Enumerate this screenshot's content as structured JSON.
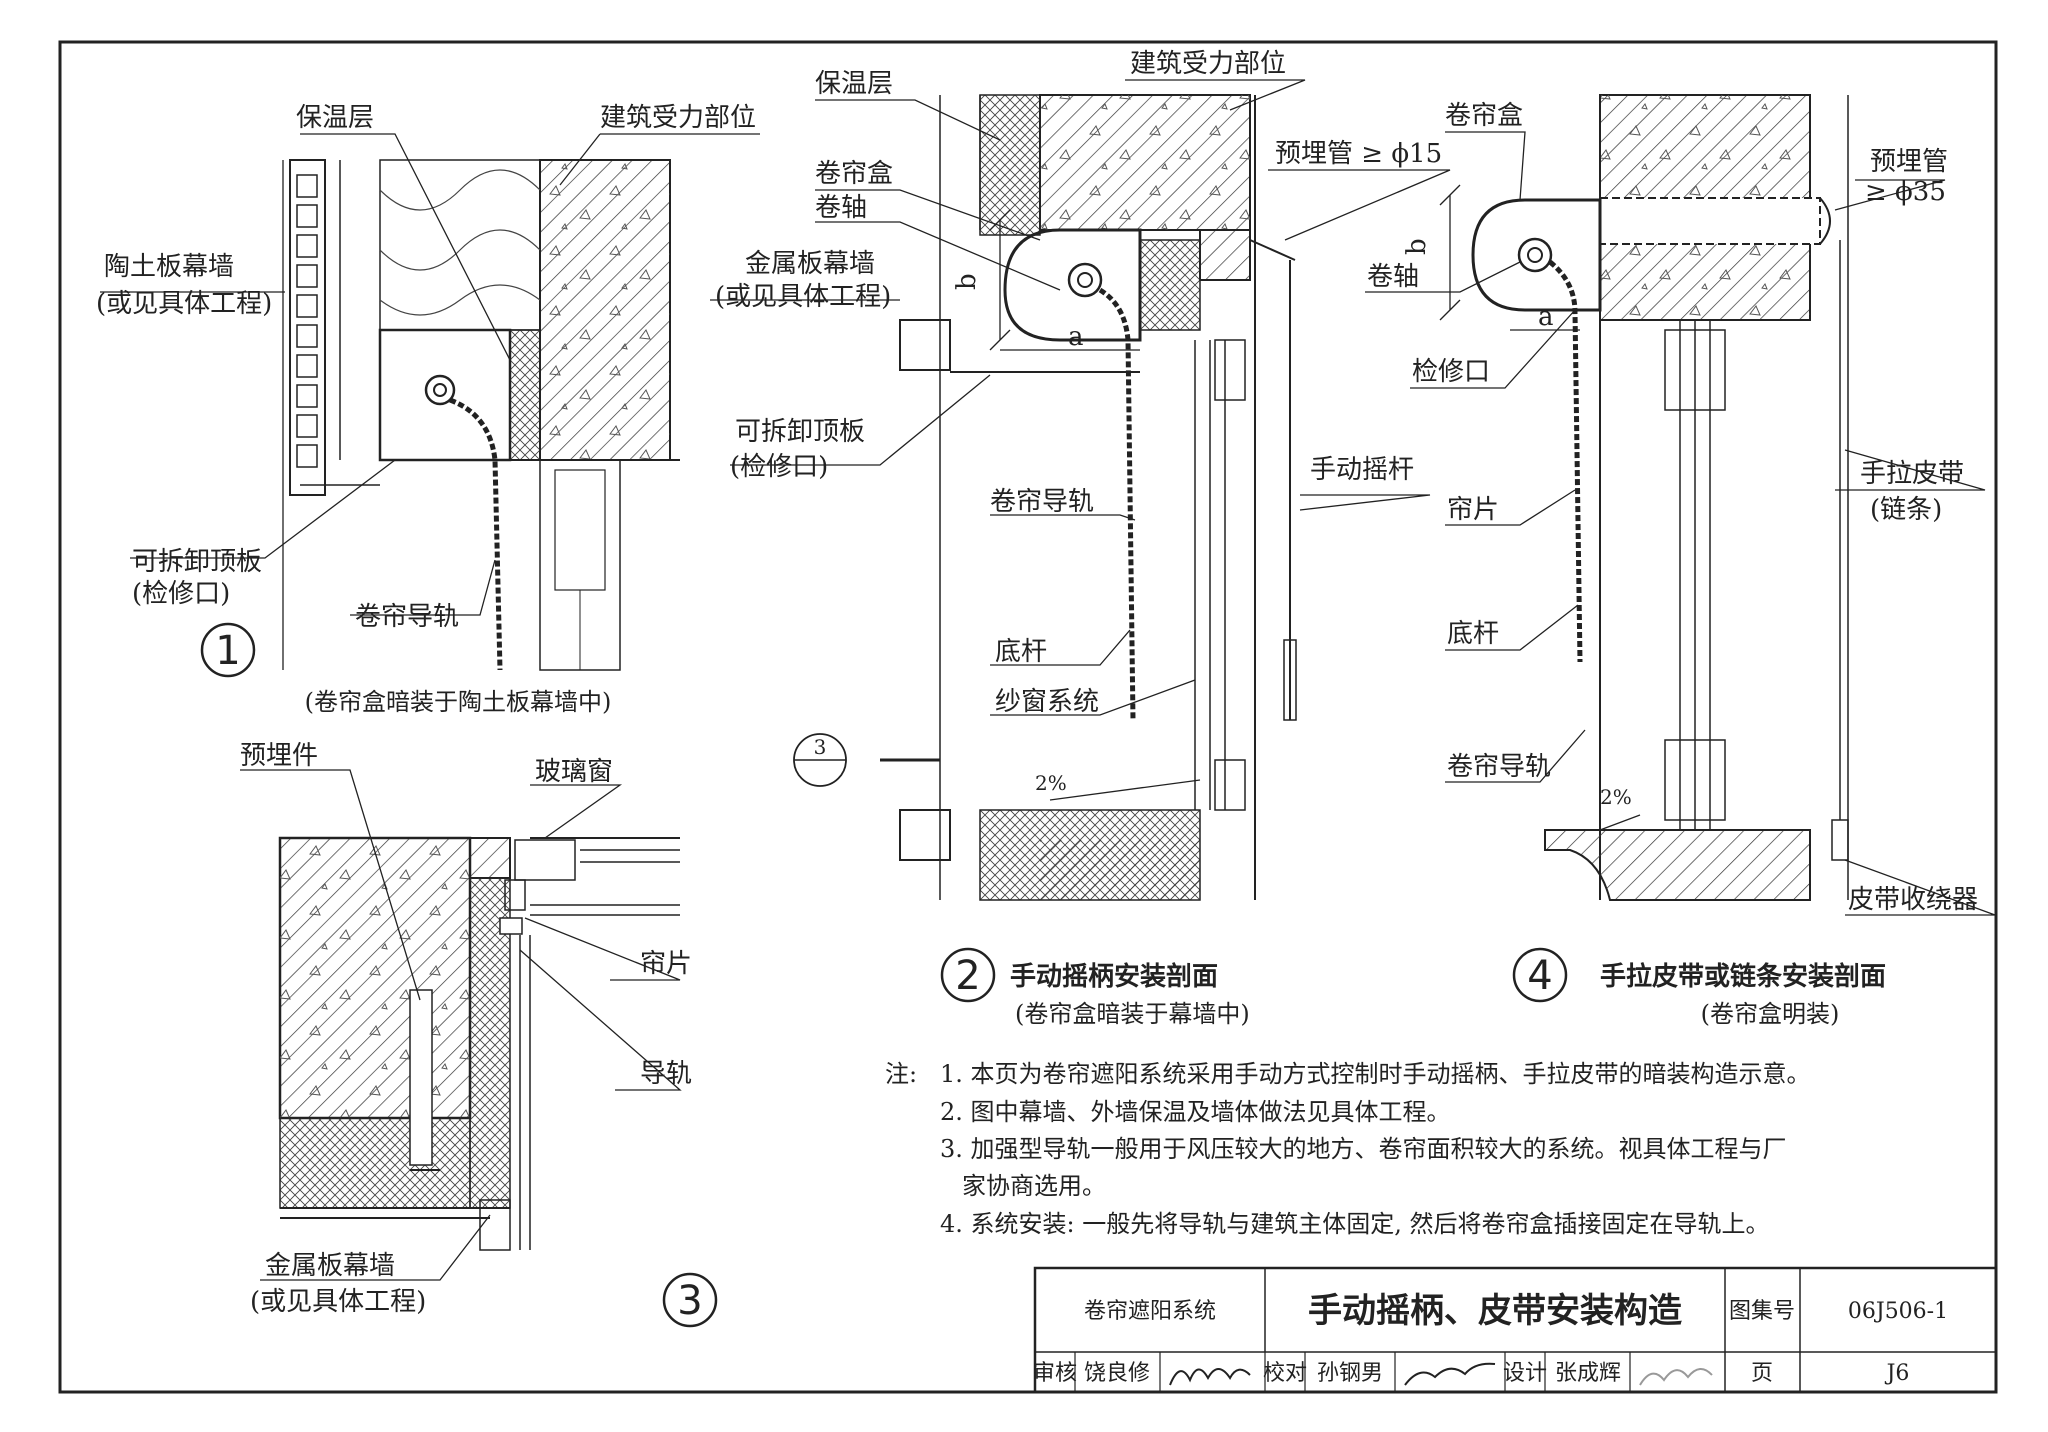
{
  "details": {
    "d1": {
      "number": "1",
      "caption": "(卷帘盒暗装于陶土板幕墙中)",
      "labels": {
        "insulation": "保温层",
        "structure": "建筑受力部位",
        "terracotta_wall_1": "陶土板幕墙",
        "terracotta_wall_2": "(或见具体工程)",
        "top_plate_1": "可拆卸顶板",
        "top_plate_2": "(检修口)",
        "guide_rail": "卷帘导轨"
      }
    },
    "d2": {
      "number": "2",
      "title": "手动摇柄安装剖面",
      "caption": "(卷帘盒暗装于幕墙中)",
      "labels": {
        "insulation": "保温层",
        "structure": "建筑受力部位",
        "embedded_pipe": "预埋管 ≥ ϕ15",
        "box": "卷帘盒",
        "shaft": "卷轴",
        "metal_wall_1": "金属板幕墙",
        "metal_wall_2": "(或见具体工程)",
        "top_plate_1": "可拆卸顶板",
        "top_plate_2": "(检修口)",
        "crank": "手动摇杆",
        "guide_rail": "卷帘导轨",
        "bottom_bar": "底杆",
        "screen": "纱窗系统",
        "slope": "2%",
        "dim_a": "a",
        "dim_b": "b",
        "ref_num": "3"
      }
    },
    "d3": {
      "number": "3",
      "labels": {
        "embedded_part": "预埋件",
        "glass_window": "玻璃窗",
        "slat": "帘片",
        "rail": "导轨",
        "metal_wall_1": "金属板幕墙",
        "metal_wall_2": "(或见具体工程)"
      }
    },
    "d4": {
      "number": "4",
      "title": "手拉皮带或链条安装剖面",
      "caption": "(卷帘盒明装)",
      "labels": {
        "box": "卷帘盒",
        "embedded_pipe_1": "预埋管",
        "embedded_pipe_2": "≥ ϕ35",
        "shaft": "卷轴",
        "access": "检修口",
        "belt_1": "手拉皮带",
        "belt_2": "(链条)",
        "slat": "帘片",
        "bottom_bar": "底杆",
        "guide_rail": "卷帘导轨",
        "slope": "2%",
        "winder": "皮带收绕器",
        "dim_a": "a",
        "dim_b": "b"
      }
    }
  },
  "notes": {
    "prefix": "注:",
    "items": [
      "1. 本页为卷帘遮阳系统采用手动方式控制时手动摇柄、手拉皮带的暗装构造示意。",
      "2. 图中幕墙、外墙保温及墙体做法见具体工程。",
      "3. 加强型导轨一般用于风压较大的地方、卷帘面积较大的系统。视具体工程与厂",
      "家协商选用。",
      "4. 系统安装: 一般先将导轨与建筑主体固定, 然后将卷帘盒插接固定在导轨上。"
    ]
  },
  "title_block": {
    "category": "卷帘遮阳系统",
    "title": "手动摇柄、皮带安装构造",
    "atlas_label": "图集号",
    "atlas_number": "06J506-1",
    "review_label": "审核",
    "reviewer": "饶良修",
    "check_label": "校对",
    "checker": "孙钢男",
    "design_label": "设计",
    "designer": "张成辉",
    "page_label": "页",
    "page": "J6"
  }
}
